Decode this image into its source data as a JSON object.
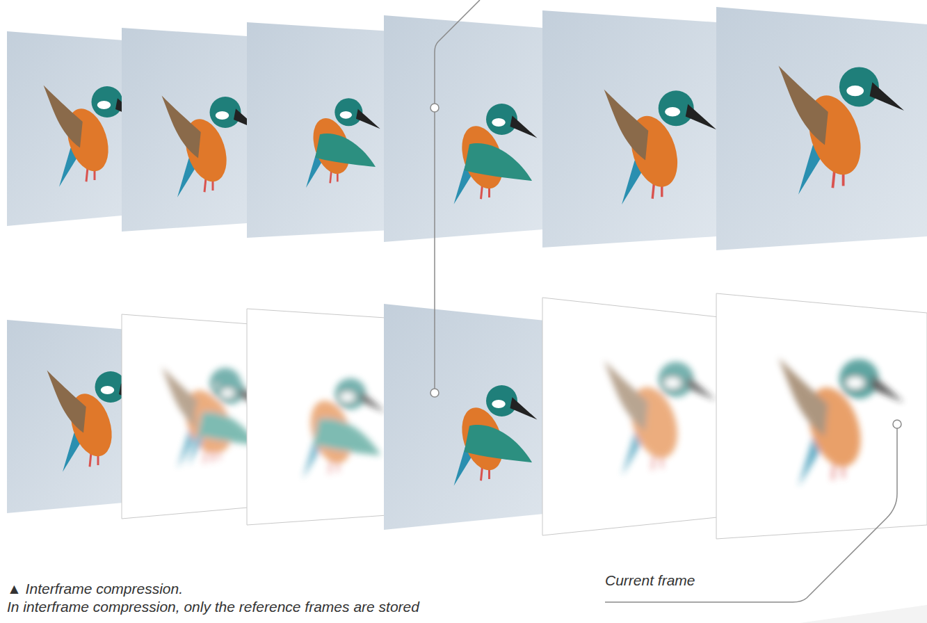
{
  "diagram": {
    "caption": "▲ Interframe compression.",
    "labels": [
      "In interframe compression, only the reference frames are stored",
      "Current frame"
    ]
  }
}
